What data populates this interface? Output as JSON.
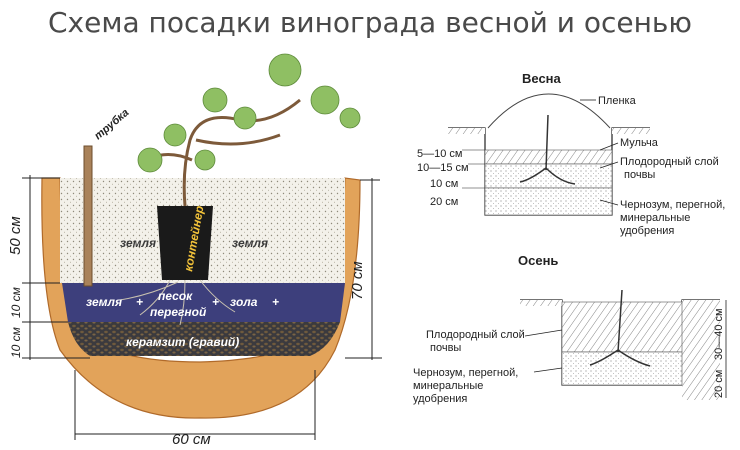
{
  "title": "Схема посадки винограда весной и осенью",
  "left": {
    "tube": "трубка",
    "container": "контейнер",
    "soil_left": "земля",
    "soil_right": "земля",
    "mix_soil": "земля",
    "mix_sand": "песок",
    "mix_humus": "перегной",
    "mix_ash": "зола",
    "plus": "+",
    "drainage": "керамзит (гравий)",
    "dim_50": "50 см",
    "dim_10a": "10 см",
    "dim_10b": "10 см",
    "dim_70": "70 см",
    "dim_60": "60 см"
  },
  "spring": {
    "heading": "Весна",
    "film": "Пленка",
    "mulch": "Мульча",
    "fertile": "Плодородный слой",
    "fertile2": "почвы",
    "humus": "Чернозум, перегной,",
    "humus2": "минеральные",
    "humus3": "удобрения",
    "d1": "5—10 см",
    "d2": "10—15 см",
    "d3": "10 см",
    "d4": "20 см"
  },
  "autumn": {
    "heading": "Осень",
    "fertile": "Плодородный слой",
    "fertile2": "почвы",
    "humus": "Чернозум, перегной,",
    "humus2": "минеральные",
    "humus3": "удобрения",
    "d1": "30—40 см",
    "d2": "20 см"
  }
}
